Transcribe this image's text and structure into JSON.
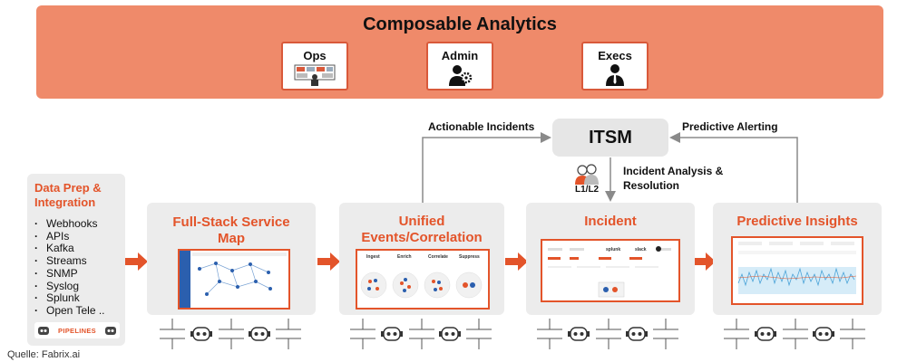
{
  "banner": {
    "title": "Composable Analytics",
    "roles": [
      {
        "label": "Ops",
        "icon": "dashboard-monitor-icon"
      },
      {
        "label": "Admin",
        "icon": "admin-gear-person-icon"
      },
      {
        "label": "Execs",
        "icon": "executive-person-icon"
      }
    ]
  },
  "data_prep": {
    "title": "Data Prep & Integration",
    "items": [
      "Webhooks",
      "APIs",
      "Kafka",
      "Streams",
      "SNMP",
      "Syslog",
      "Splunk",
      "Open Tele .."
    ],
    "pipelines_label": "PIPELINES"
  },
  "stages": [
    {
      "title": "Full-Stack Service Map",
      "preview": "service-map-screenshot"
    },
    {
      "title": "Unified Events/Correlation",
      "steps": [
        "Ingest",
        "Enrich",
        "Correlate",
        "Suppress"
      ]
    },
    {
      "title": "Incident",
      "preview": "incident-integrations-screenshot",
      "logos": [
        "splunk",
        "slack"
      ]
    },
    {
      "title": "Predictive Insights",
      "preview": "predictive-chart-screenshot"
    }
  ],
  "itsm": {
    "label": "ITSM",
    "left_flow": "Actionable Incidents",
    "right_flow": "Predictive Alerting",
    "down_flow": "Incident Analysis & Resolution",
    "support_badge": "L1/L2"
  },
  "colors": {
    "accent": "#e3542a",
    "banner": "#ef8a6a",
    "panel": "#ececec",
    "connector": "#8a8a8a"
  },
  "caption": "Quelle: Fabrix.ai"
}
